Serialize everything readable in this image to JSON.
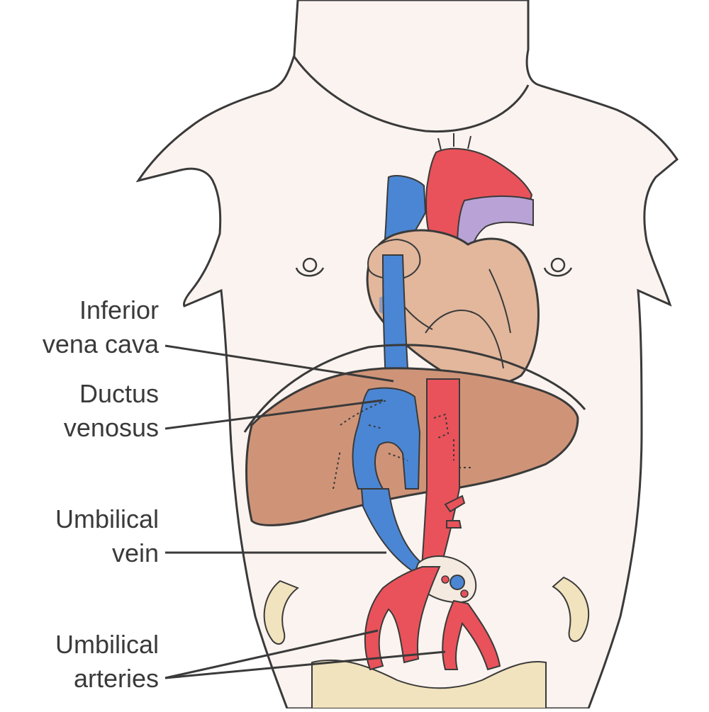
{
  "labels": {
    "inferior_vena_cava": [
      "Inferior",
      "vena cava"
    ],
    "ductus_venosus": [
      "Ductus",
      "venosus"
    ],
    "umbilical_vein": [
      "Umbilical",
      "vein"
    ],
    "umbilical_arteries": [
      "Umbilical",
      "arteries"
    ]
  },
  "colors": {
    "skin": "#fbf3ef",
    "outline": "#3a3a3a",
    "venous_blood": "#4a86d4",
    "arterial_blood": "#e9525a",
    "mixed_blood": "#b9a3d6",
    "heart": "#e2b79c",
    "liver": "#cf9478",
    "pelvis": "#f1e3bd"
  }
}
